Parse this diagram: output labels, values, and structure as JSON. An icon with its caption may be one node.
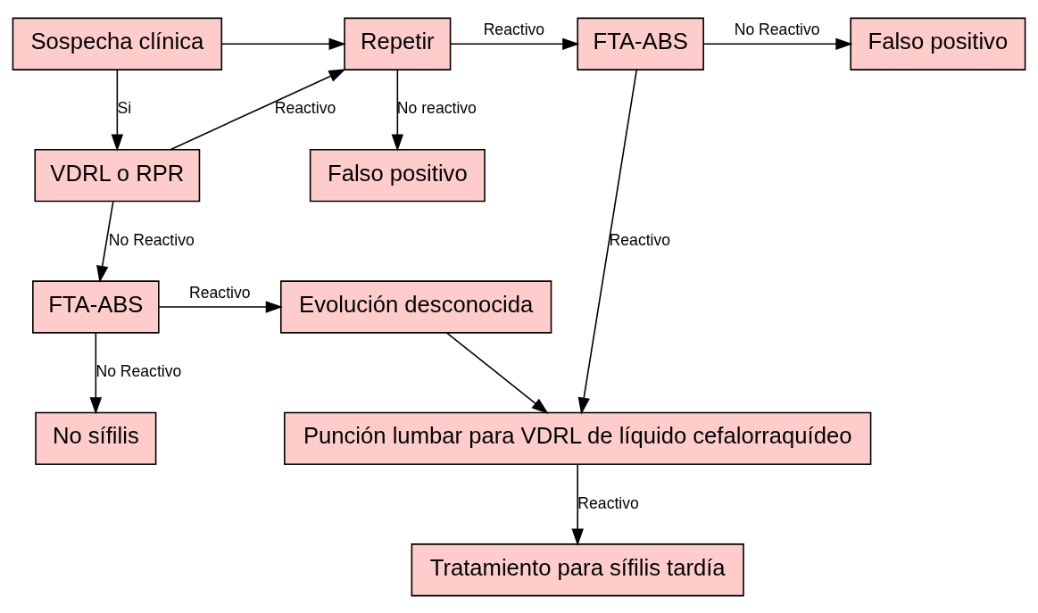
{
  "diagram": {
    "nodes": [
      {
        "text": [
          "Sospecha clínica"
        ]
      },
      {
        "text": [
          "Repetir"
        ]
      },
      {
        "text": [
          "FTA-ABS"
        ]
      },
      {
        "text": [
          "Falso positivo"
        ]
      },
      {
        "text": [
          "VDRL o RPR"
        ]
      },
      {
        "text": [
          "Falso positivo"
        ]
      },
      {
        "text": [
          "Punción lumbar para VDRL de líquido cefalorraquídeo"
        ]
      },
      {
        "text": [
          "FTA-ABS"
        ]
      },
      {
        "text": [
          "Evolución desconocida"
        ]
      },
      {
        "text": [
          "No sífilis"
        ]
      },
      {
        "text": [
          "Tratamiento para sífilis tardía"
        ]
      }
    ],
    "edges": [
      {
        "from": 0,
        "to": 4,
        "arrow": "to",
        "label": "Si"
      },
      {
        "from": 0,
        "to": 1,
        "arrow": "to"
      },
      {
        "from": 4,
        "to": 1,
        "arrow": "to",
        "label": "Reactivo"
      },
      {
        "from": 1,
        "to": 2,
        "arrow": "to",
        "label": "Reactivo"
      },
      {
        "from": 1,
        "to": 5,
        "arrow": "to",
        "label": "No reactivo"
      },
      {
        "from": 2,
        "to": 3,
        "arrow": "to",
        "label": "No Reactivo"
      },
      {
        "from": 2,
        "to": 6,
        "arrow": "to",
        "label": "Reactivo"
      },
      {
        "from": 4,
        "to": 7,
        "arrow": "to",
        "label": "No Reactivo"
      },
      {
        "from": 7,
        "to": 8,
        "arrow": "to",
        "label": "Reactivo"
      },
      {
        "from": 7,
        "to": 9,
        "arrow": "to",
        "label": "No Reactivo"
      },
      {
        "from": 8,
        "to": 6,
        "arrow": "to"
      },
      {
        "from": 6,
        "to": 10,
        "arrow": "to",
        "label": "Reactivo"
      }
    ]
  }
}
